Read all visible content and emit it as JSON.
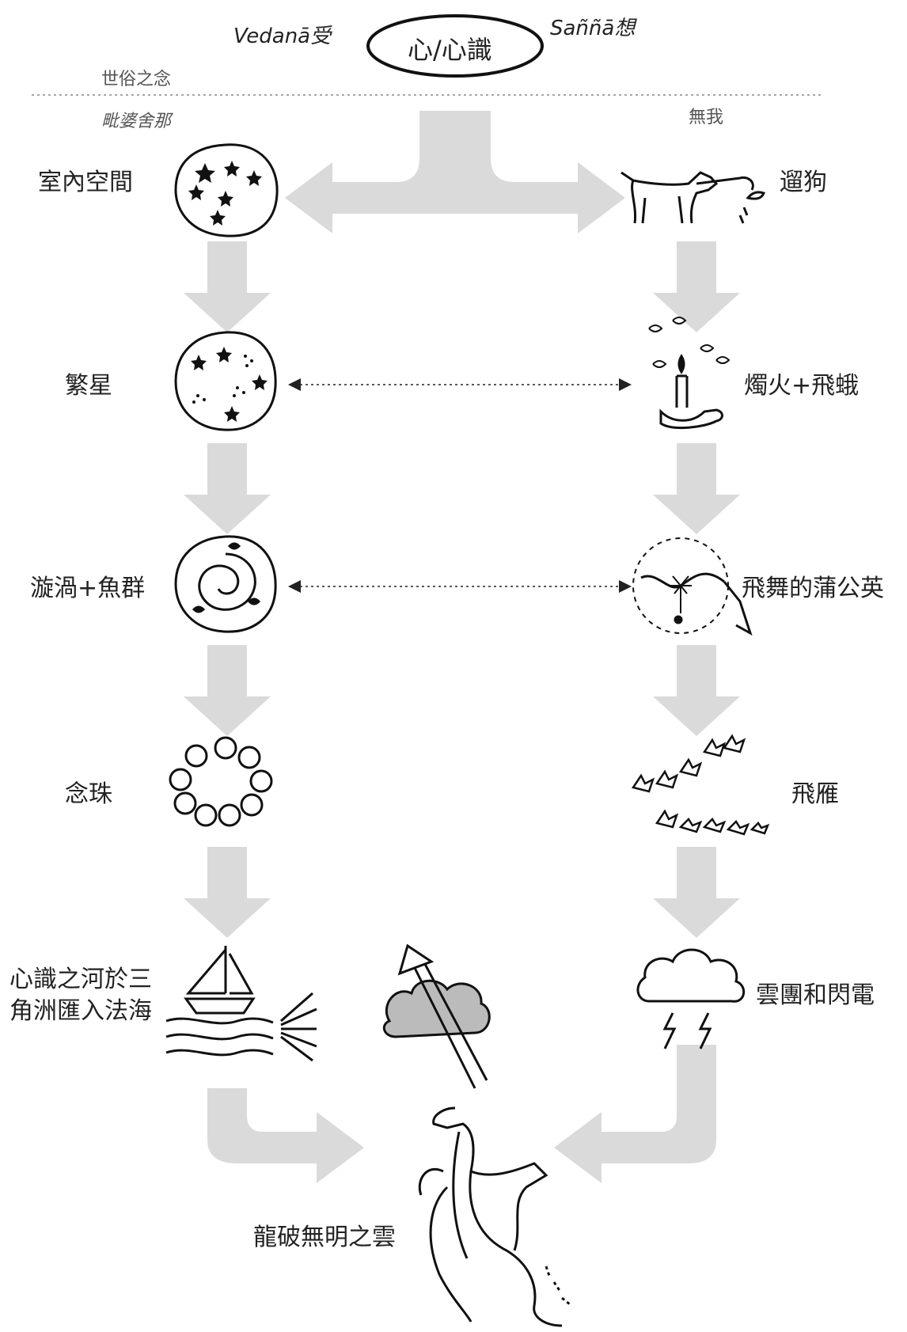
{
  "header": {
    "center_node": "心/心識",
    "left_top": "Vedanā受",
    "right_top": "Saññā想",
    "left_upper": "世俗之念",
    "left_lower": "毗婆舍那",
    "right_lower": "無我"
  },
  "left_column": [
    {
      "label": "室內空間",
      "icon": "stars-circle-icon"
    },
    {
      "label": "繁星",
      "icon": "starry-circle-icon"
    },
    {
      "label": "漩渦+魚群",
      "icon": "vortex-fish-icon"
    },
    {
      "label": "念珠",
      "icon": "prayer-beads-icon"
    },
    {
      "label": "心識之河於三角洲匯入法海",
      "icon": "sailboat-river-icon"
    }
  ],
  "right_column": [
    {
      "label": "遛狗",
      "icon": "dog-walking-icon"
    },
    {
      "label": "燭火+飛蛾",
      "icon": "candle-moth-icon"
    },
    {
      "label": "飛舞的蒲公英",
      "icon": "dandelion-icon"
    },
    {
      "label": "飛雁",
      "icon": "flying-geese-icon"
    },
    {
      "label": "雲團和閃電",
      "icon": "cloud-lightning-icon"
    }
  ],
  "center": {
    "arrow_icon": "arrow-through-cloud-icon",
    "final_label": "龍破無明之雲",
    "final_icon": "dragon-icon"
  },
  "colors": {
    "flow_arrow": "#dadada",
    "ink": "#1a1a1a",
    "dotted_line": "#888888"
  }
}
